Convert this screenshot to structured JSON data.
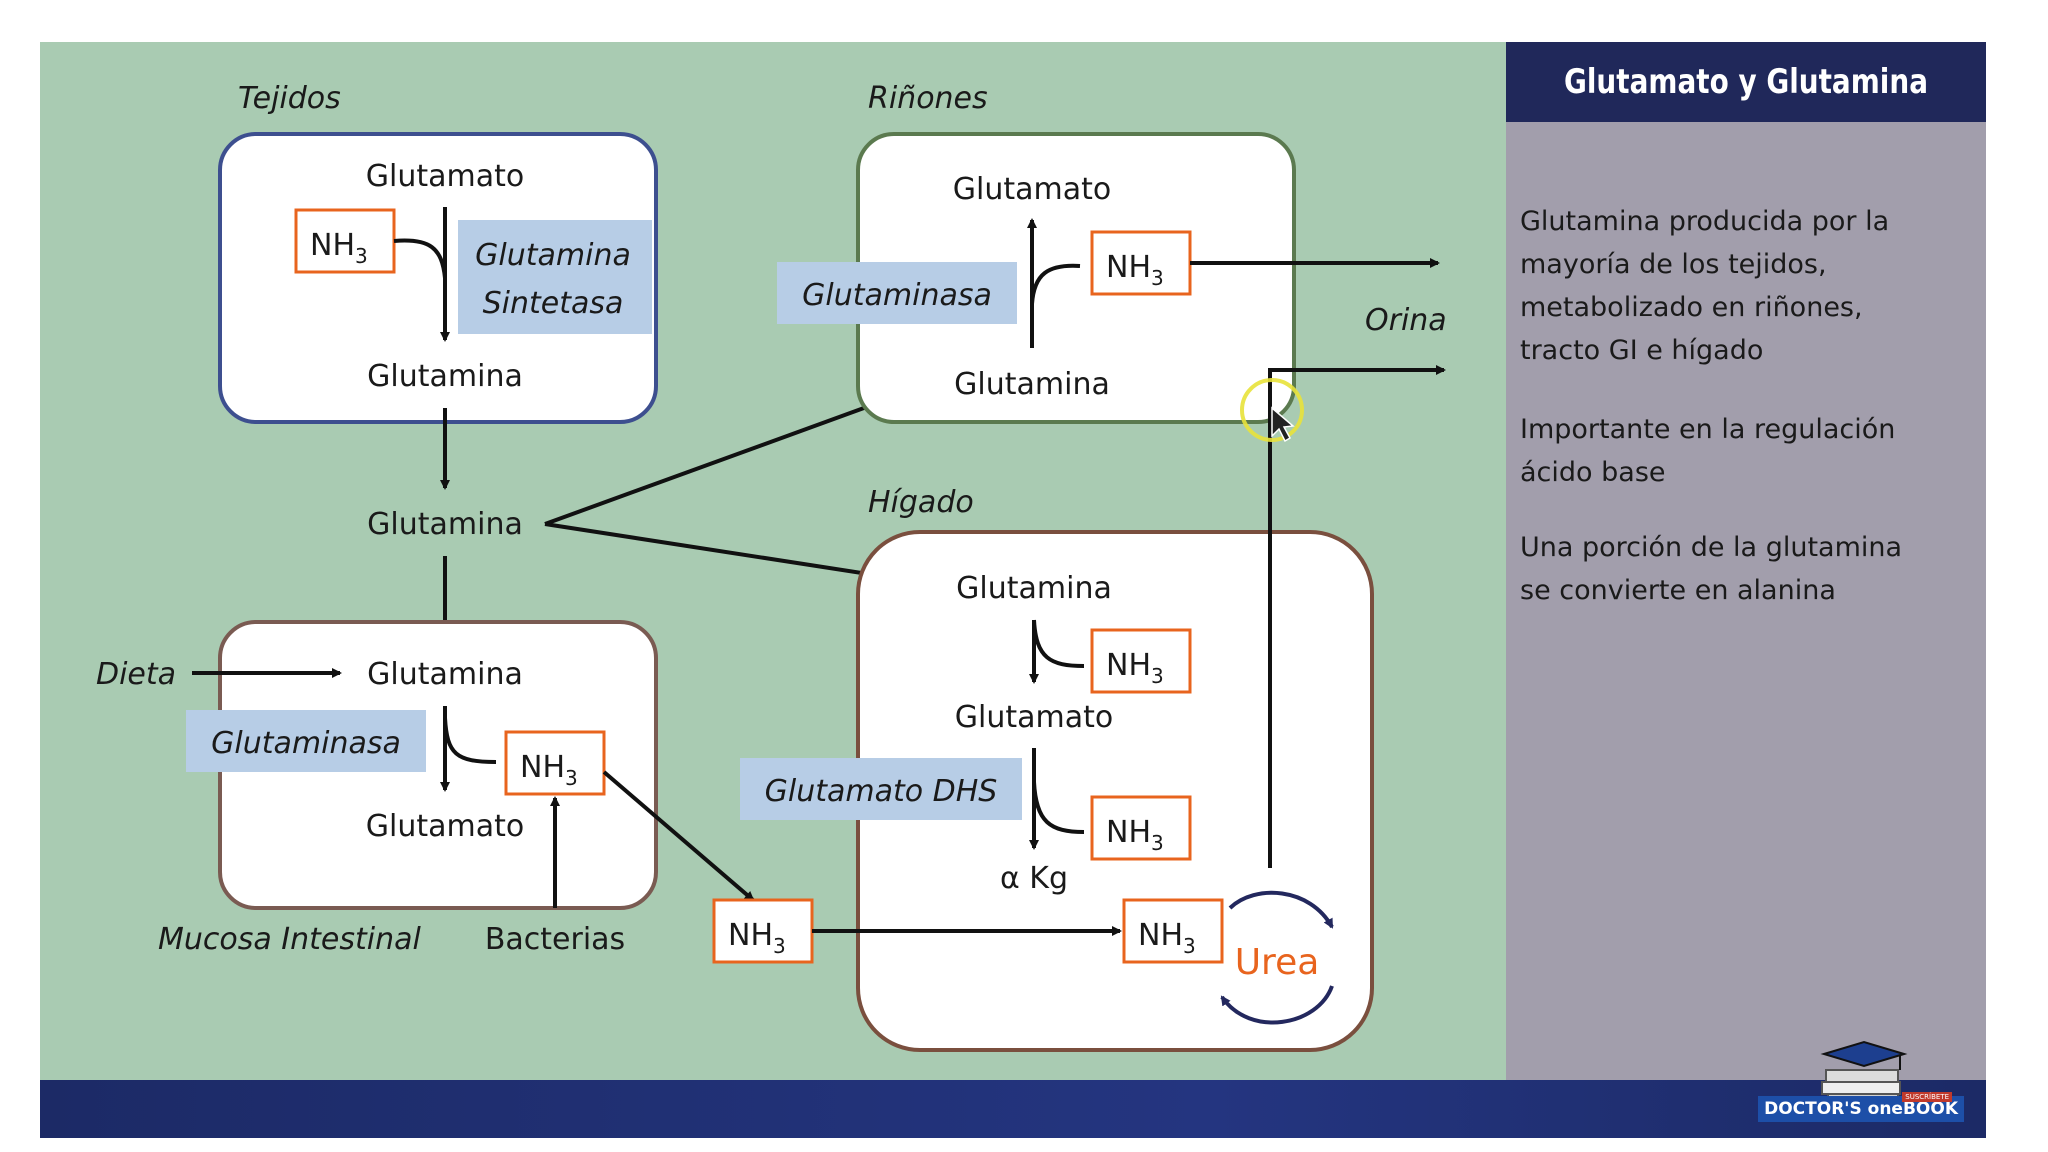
{
  "header": {
    "title": "Glutamato y Glutamina"
  },
  "side": {
    "p1": "Glutamina producida por la mayoría de los tejidos, metabolizado en riñones, tracto GI e hígado",
    "p1_lines": [
      "Glutamina producida por la",
      "mayoría de los tejidos,",
      "metabolizado en riñones,",
      "tracto GI e hígado"
    ],
    "p2_lines": [
      "Importante en la regulación",
      "ácido base"
    ],
    "p3_lines": [
      "Una porción de la glutamina",
      "se convierte en alanina"
    ]
  },
  "labels": {
    "tejidos": "Tejidos",
    "rinones": "Riñones",
    "higado": "Hígado",
    "orina": "Orina",
    "dieta": "Dieta",
    "mucosa": "Mucosa Intestinal",
    "bacterias": "Bacterias"
  },
  "tejidos_box": {
    "top": "Glutamato",
    "bottom": "Glutamina",
    "enzyme_l1": "Glutamina",
    "enzyme_l2": "Sintetasa",
    "nh3": "NH"
  },
  "center": {
    "glutamina": "Glutamina"
  },
  "rinones_box": {
    "top": "Glutamato",
    "bottom": "Glutamina",
    "enzyme": "Glutaminasa",
    "nh3": "NH"
  },
  "mucosa_box": {
    "top": "Glutamina",
    "bottom": "Glutamato",
    "enzyme": "Glutaminasa",
    "nh3": "NH"
  },
  "free_nh3": "NH",
  "higado_box": {
    "glutamina": "Glutamina",
    "glutamato": "Glutamato",
    "akg": "α Kg",
    "enzyme": "Glutamato DHS",
    "nh3": "NH",
    "urea": "Urea"
  },
  "nh3_subscript": "3",
  "logo": {
    "text": "DOCTOR'S oneBOOK",
    "sub": "SUSCRÍBETE"
  },
  "colors": {
    "diagram_bg": "#a9cbb2",
    "panel_bg": "#a29eac",
    "header_bg": "#20285a",
    "nh3_border": "#e8641e",
    "enzyme_bg": "#b7cde6",
    "urea": "#e8641e"
  }
}
